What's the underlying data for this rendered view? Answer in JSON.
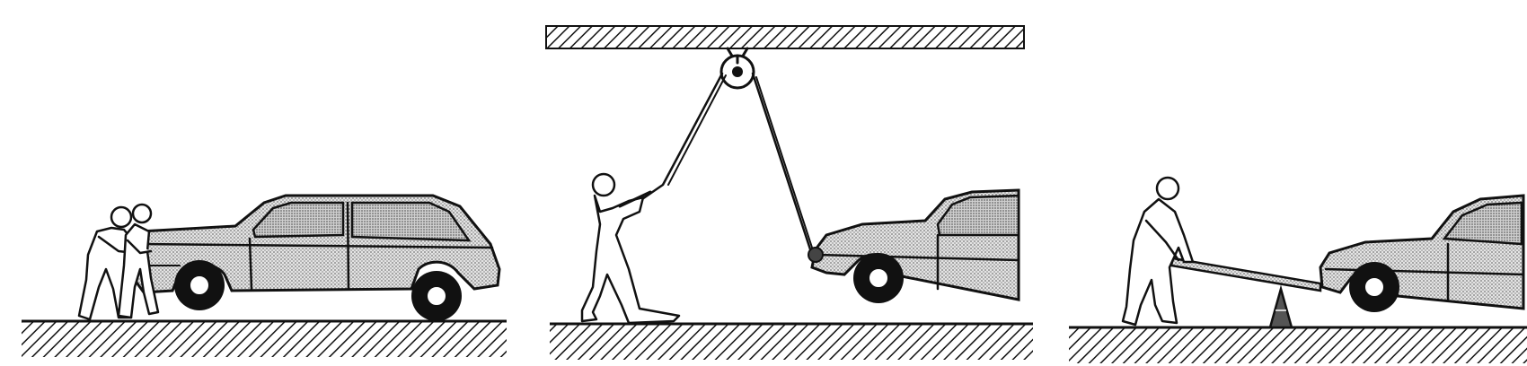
{
  "figure": {
    "panels": [
      {
        "id": "push",
        "scene": "two-people-pushing-car"
      },
      {
        "id": "pulley",
        "scene": "person-lifting-car-with-pulley"
      },
      {
        "id": "lever",
        "scene": "person-lifting-car-with-lever"
      }
    ],
    "colors": {
      "ink": "#111111",
      "background": "#ffffff",
      "shade": "#9a9a9a"
    }
  }
}
